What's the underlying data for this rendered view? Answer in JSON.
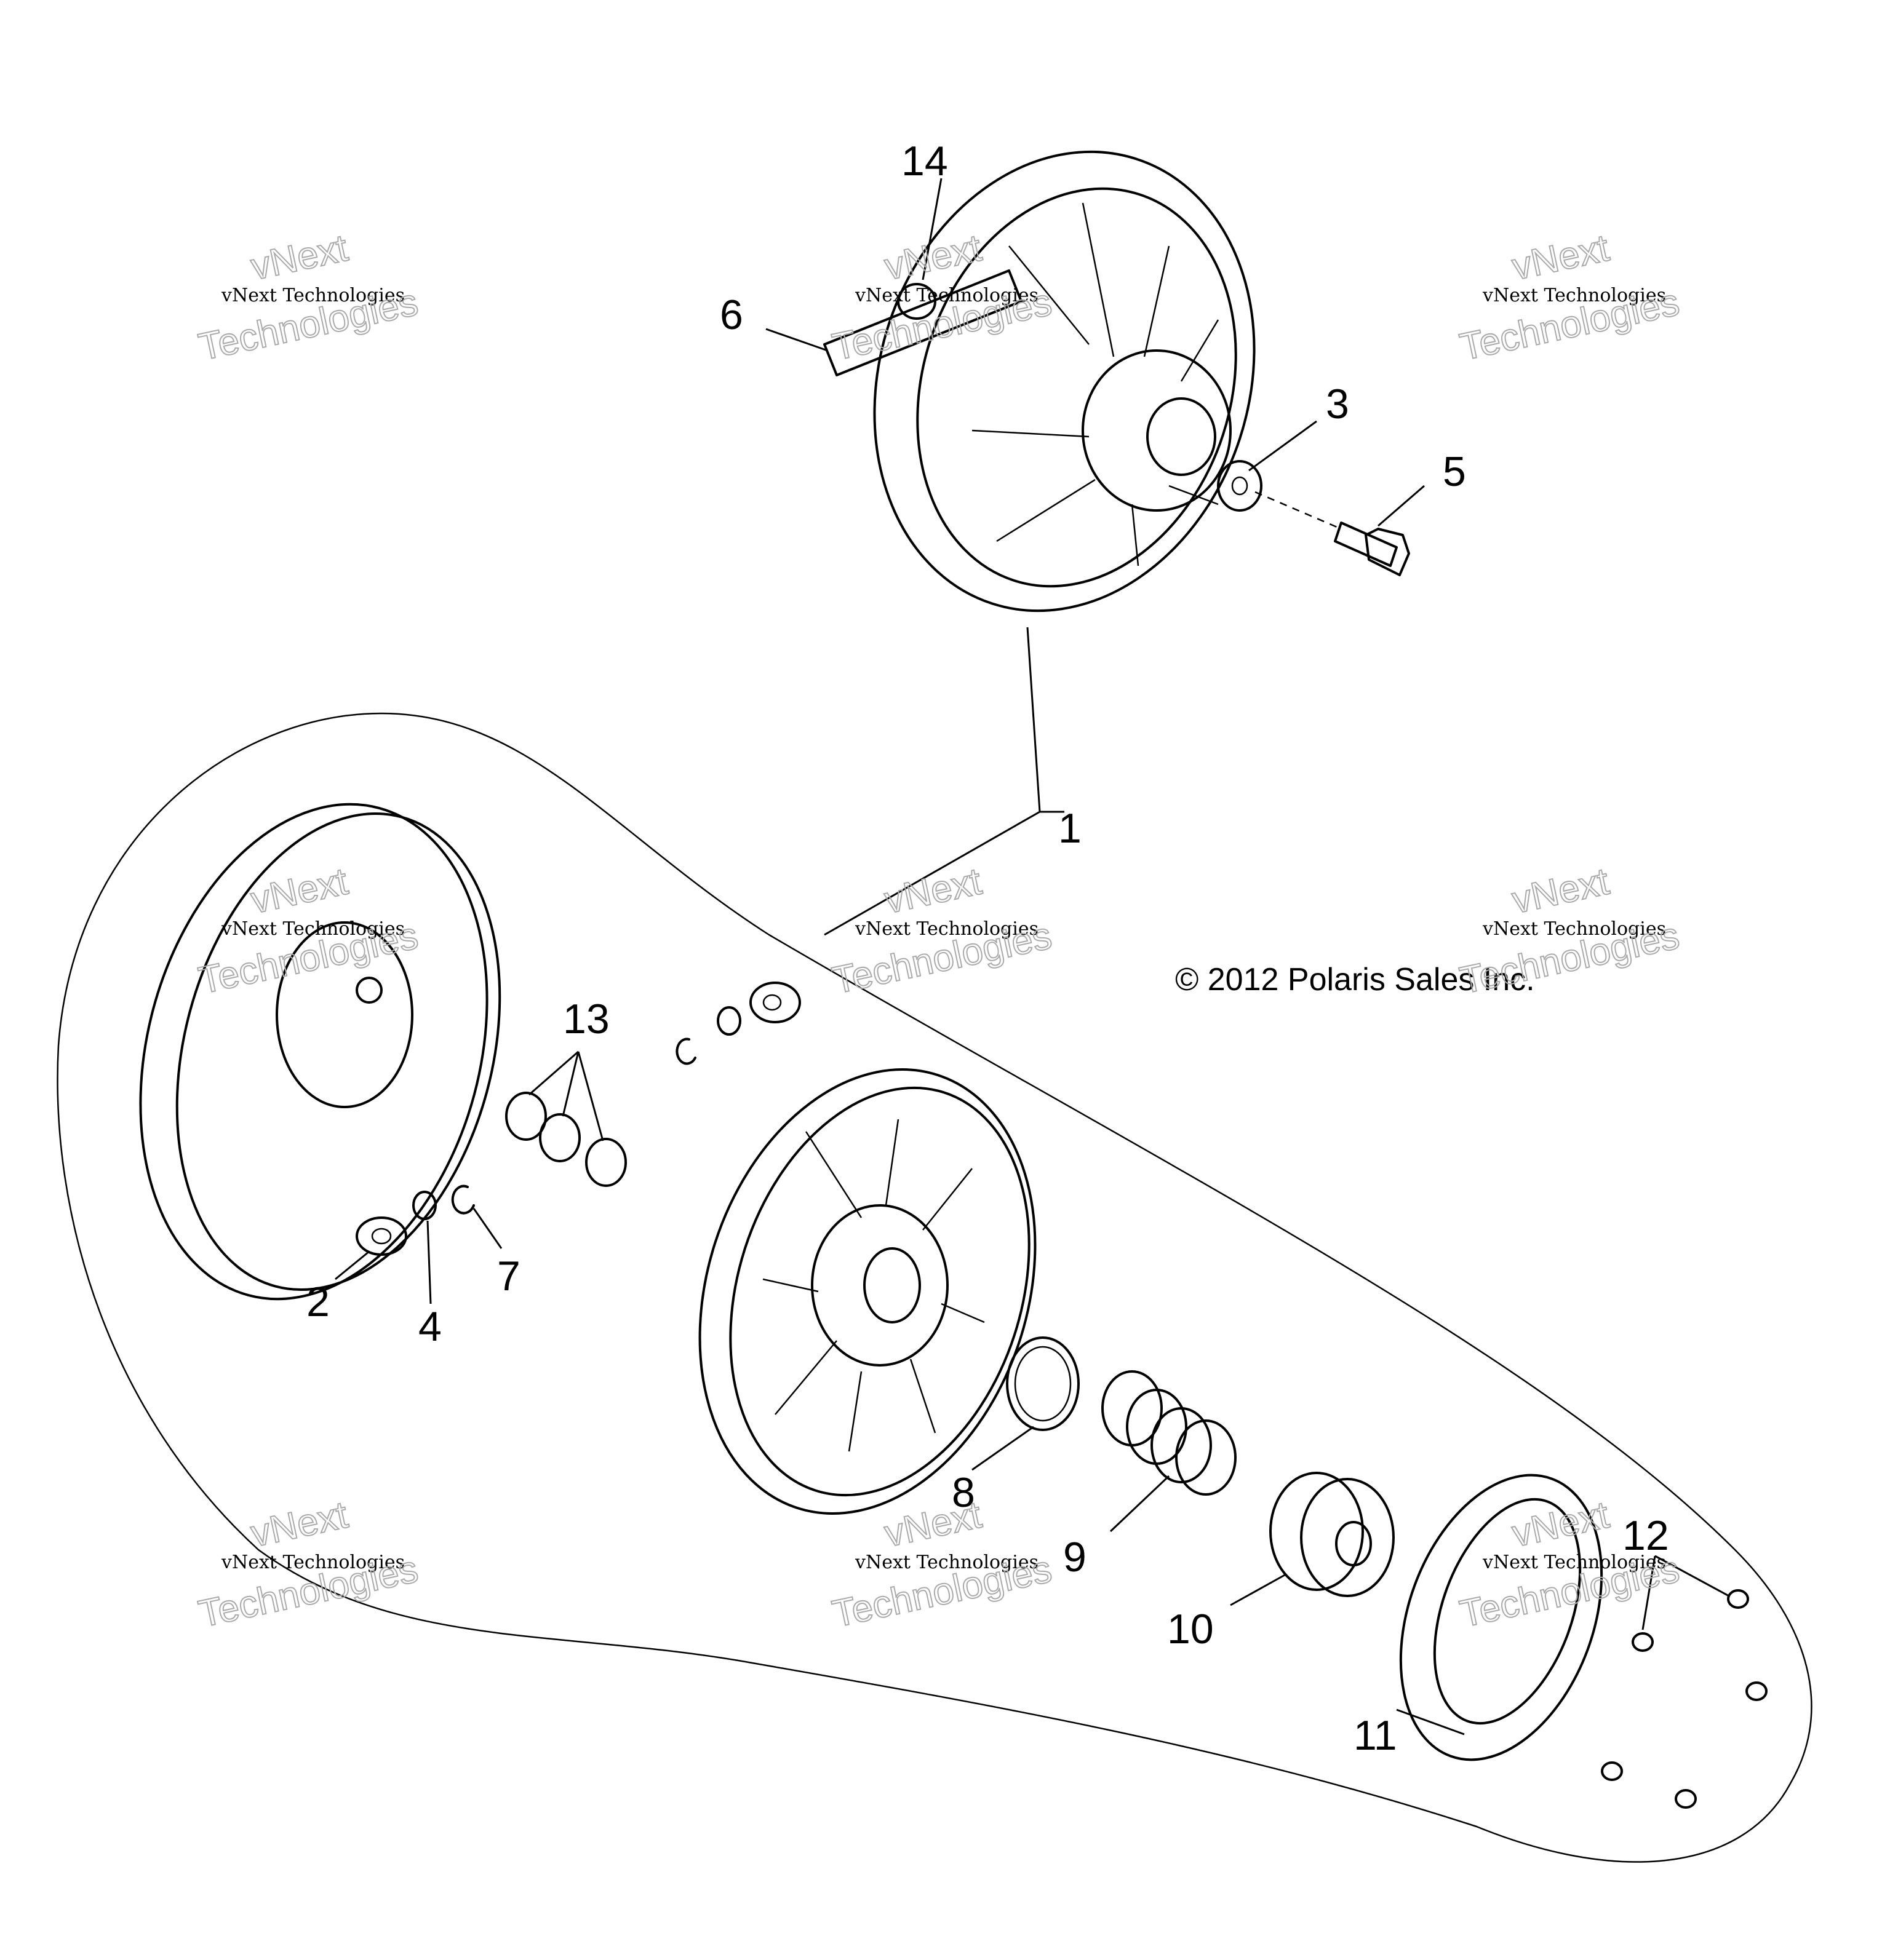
{
  "diagram": {
    "copyright": "© 2012 Polaris Sales Inc.",
    "callouts": [
      "1",
      "2",
      "3",
      "4",
      "5",
      "6",
      "7",
      "8",
      "9",
      "10",
      "11",
      "12",
      "13",
      "14"
    ],
    "watermark": {
      "line1": "vNext",
      "line2": "vNext Technologies",
      "line3": "Technologies"
    }
  }
}
